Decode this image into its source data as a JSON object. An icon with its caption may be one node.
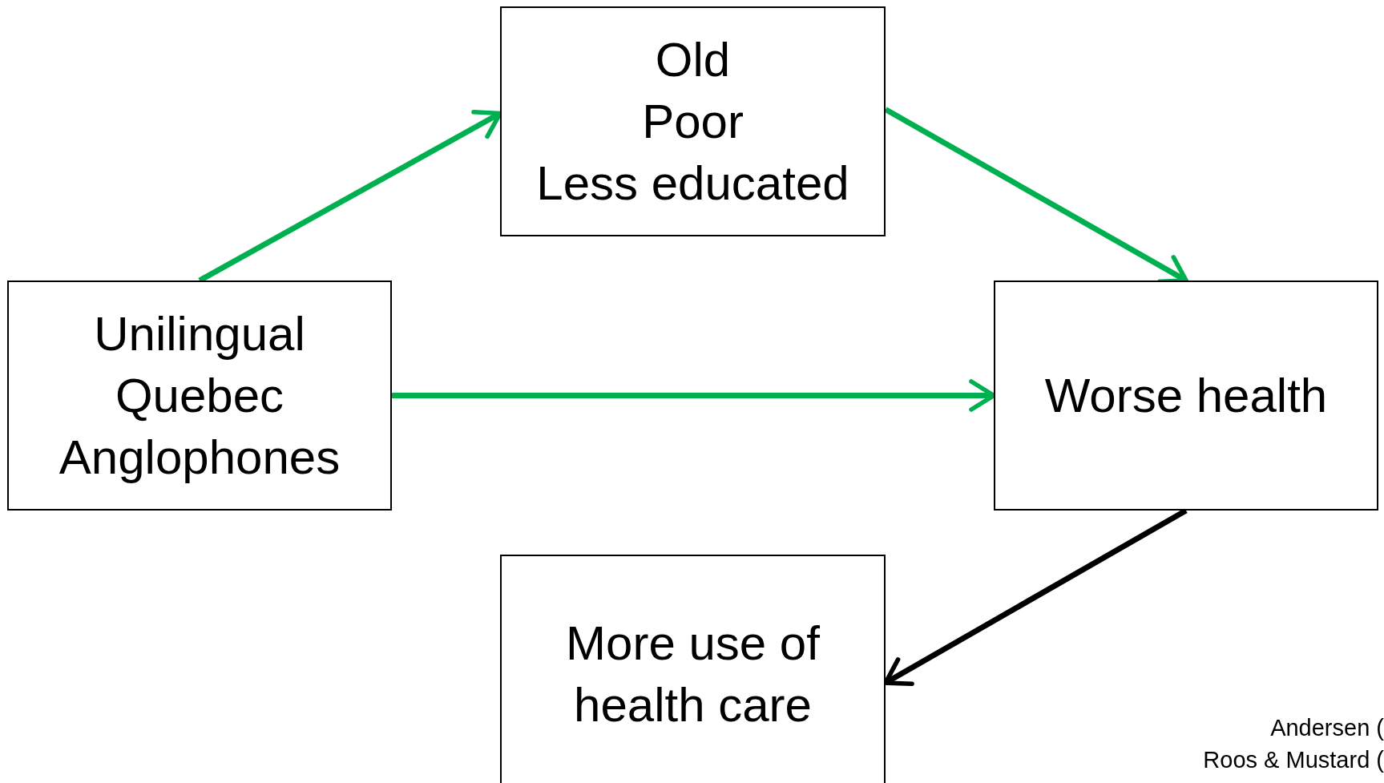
{
  "diagram": {
    "nodes": [
      {
        "text": [
          "Unilingual Quebec Anglophones"
        ]
      },
      {
        "text": [
          "Old",
          "Poor",
          "Less educated"
        ]
      },
      {
        "text": [
          "Worse health"
        ]
      },
      {
        "text": [
          "More use of health care"
        ]
      }
    ],
    "edges": [
      {
        "from": 0,
        "to": 1,
        "arrow": "to",
        "color": "#00b050"
      },
      {
        "from": 1,
        "to": 2,
        "arrow": "to",
        "color": "#00b050"
      },
      {
        "from": 0,
        "to": 2,
        "arrow": "to",
        "color": "#00b050"
      },
      {
        "from": 2,
        "to": 3,
        "arrow": "to",
        "color": "#000000"
      }
    ],
    "labels": [
      "Andersen (",
      "Roos & Mustard ("
    ]
  }
}
